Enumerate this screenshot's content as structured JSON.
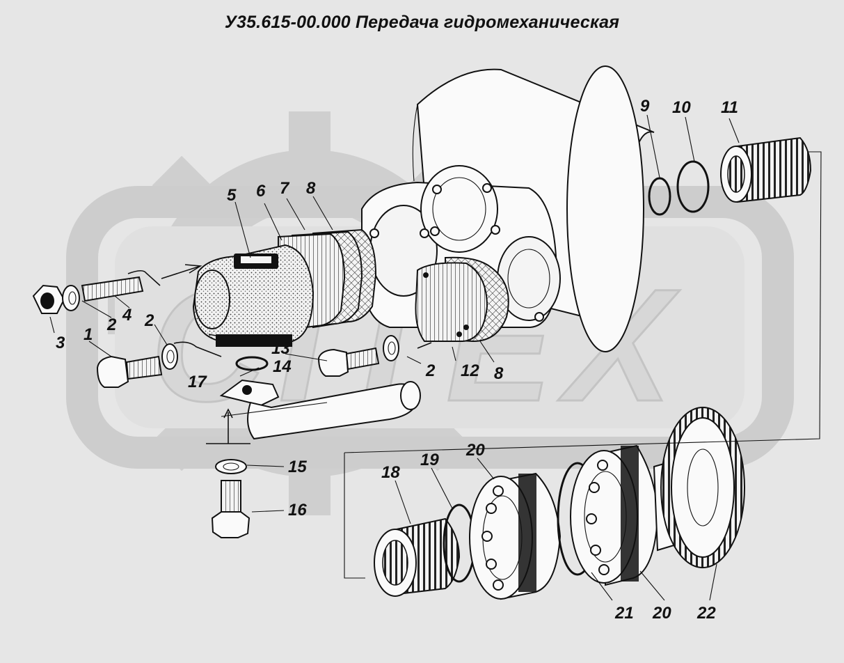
{
  "title": "У35.615-00.000 Передача гидромеханическая",
  "watermark": {
    "text": "CITEX",
    "color": "#cfcfcf"
  },
  "colors": {
    "background": "#e6e6e6",
    "ink": "#111111"
  },
  "callouts": [
    {
      "id": "1",
      "label": "1"
    },
    {
      "id": "2a",
      "label": "2"
    },
    {
      "id": "2b",
      "label": "2"
    },
    {
      "id": "2c",
      "label": "2"
    },
    {
      "id": "3",
      "label": "3"
    },
    {
      "id": "4",
      "label": "4"
    },
    {
      "id": "5",
      "label": "5"
    },
    {
      "id": "6",
      "label": "6"
    },
    {
      "id": "7",
      "label": "7"
    },
    {
      "id": "8a",
      "label": "8"
    },
    {
      "id": "8b",
      "label": "8"
    },
    {
      "id": "9",
      "label": "9"
    },
    {
      "id": "10",
      "label": "10"
    },
    {
      "id": "11",
      "label": "11"
    },
    {
      "id": "12",
      "label": "12"
    },
    {
      "id": "13",
      "label": "13"
    },
    {
      "id": "14",
      "label": "14"
    },
    {
      "id": "15",
      "label": "15"
    },
    {
      "id": "16",
      "label": "16"
    },
    {
      "id": "17",
      "label": "17"
    },
    {
      "id": "18",
      "label": "18"
    },
    {
      "id": "19",
      "label": "19"
    },
    {
      "id": "20a",
      "label": "20"
    },
    {
      "id": "20b",
      "label": "20"
    },
    {
      "id": "21",
      "label": "21"
    },
    {
      "id": "22",
      "label": "22"
    }
  ]
}
